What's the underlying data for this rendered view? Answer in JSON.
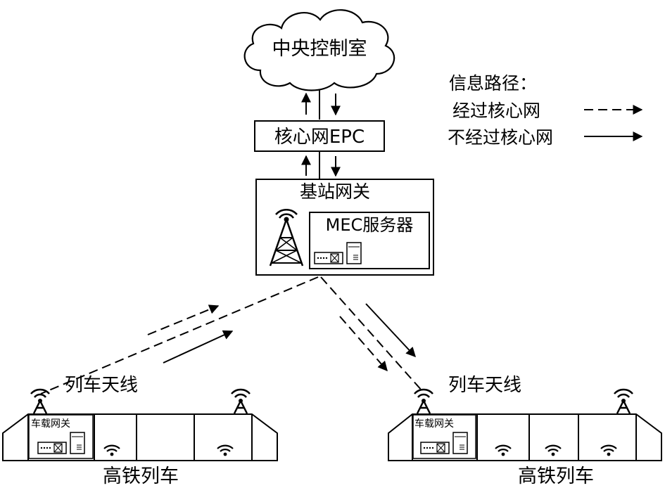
{
  "cloud": {
    "label": "中央控制室"
  },
  "core": {
    "label": "核心网EPC"
  },
  "base_gateway": {
    "label": "基站网关",
    "mec_label": "MEC服务器"
  },
  "legend": {
    "title": "信息路径：",
    "via_core": "经过核心网",
    "not_via_core": "不经过核心网"
  },
  "train_left": {
    "antenna_label": "列车天线",
    "gateway_label": "车载网关",
    "train_label": "高铁列车"
  },
  "train_right": {
    "antenna_label": "列车天线",
    "gateway_label": "车载网关",
    "train_label": "高铁列车"
  },
  "colors": {
    "stroke": "#000000",
    "background": "#ffffff"
  }
}
